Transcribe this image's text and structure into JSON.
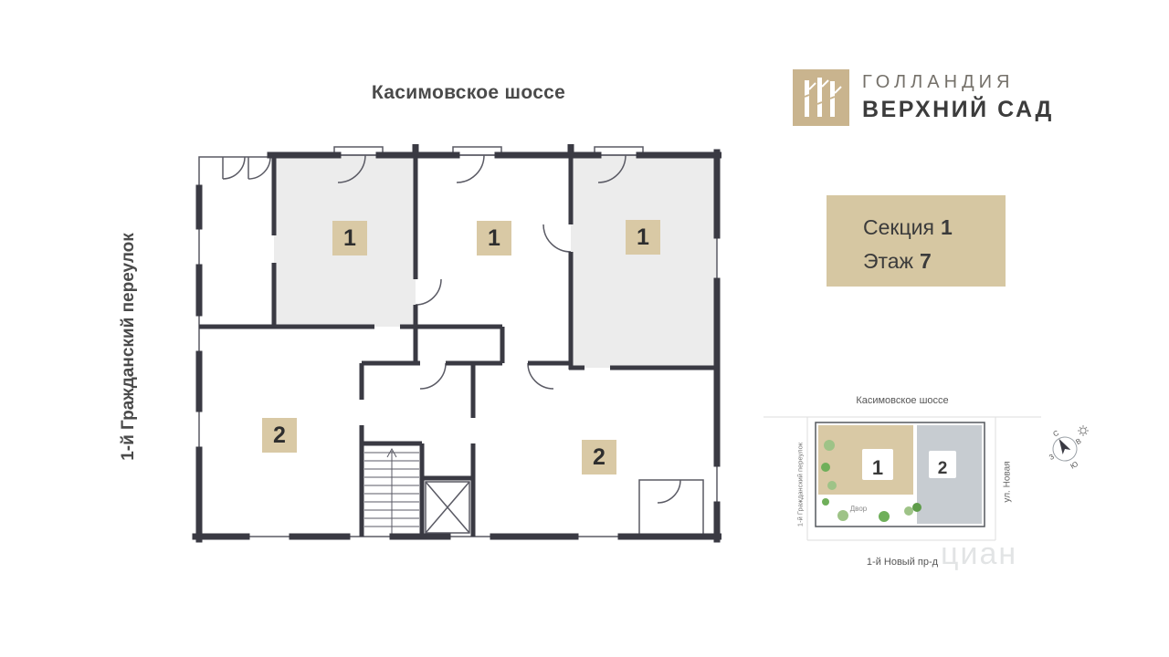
{
  "page": {
    "background": "#ffffff"
  },
  "streets": {
    "top": "Касимовское шоссе",
    "left": "1-й Гражданский переулок"
  },
  "brand": {
    "line1": "ГОЛЛАНДИЯ",
    "line2": "ВЕРХНИЙ САД",
    "logo_icon": "birch-trees-icon",
    "logo_bg": "#c9b48e"
  },
  "info_card": {
    "section_label": "Секция",
    "section_value": "1",
    "floor_label": "Этаж",
    "floor_value": "7",
    "bg": "#d6c7a2"
  },
  "plan": {
    "wall_color": "#3a3a43",
    "room_fill": "#ececec",
    "badge_bg": "#d9c9a5",
    "apartments": [
      {
        "label": "1"
      },
      {
        "label": "1"
      },
      {
        "label": "1"
      },
      {
        "label": "2"
      },
      {
        "label": "2"
      }
    ]
  },
  "minimap": {
    "street_top": "Касимовское шоссе",
    "street_left": "1-й Гражданский переулок",
    "street_right": "ул. Новая",
    "street_bottom": "1-й Новый пр-д",
    "courtyard_label": "Двор",
    "buildings": [
      {
        "label": "1",
        "current": true,
        "color": "#d9c9a5"
      },
      {
        "label": "2",
        "current": false,
        "color": "#c7ccd1"
      }
    ]
  },
  "compass": {
    "n": "С",
    "e": "В",
    "s": "Ю",
    "w": "З"
  },
  "watermark": "циан"
}
